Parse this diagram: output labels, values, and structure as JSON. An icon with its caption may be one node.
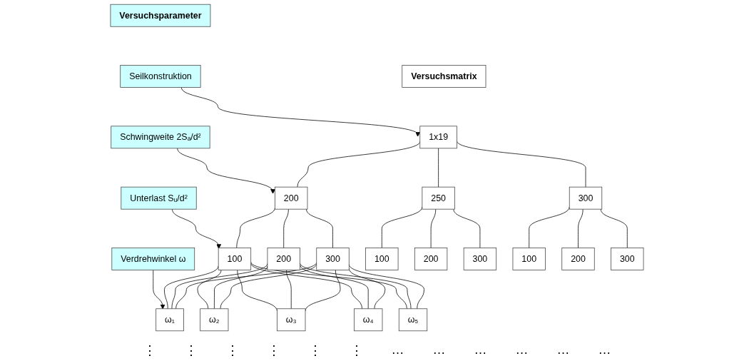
{
  "diagram": {
    "nodes": [
      {
        "text": [
          "Versuchsparameter"
        ]
      },
      {
        "text": [
          "Versuchsmatrix"
        ]
      },
      {
        "text": [
          "Seilkonstruktion"
        ]
      },
      {
        "text": [
          "Schwingweite 2Sₐ/d²"
        ]
      },
      {
        "text": [
          "Unterlast Sᵤ/d²"
        ]
      },
      {
        "text": [
          "Verdrehwinkel ω"
        ]
      },
      {
        "text": [
          "1x19"
        ]
      },
      {
        "text": [
          "200"
        ]
      },
      {
        "text": [
          "250"
        ]
      },
      {
        "text": [
          "300"
        ]
      },
      {
        "text": [
          "100"
        ]
      },
      {
        "text": [
          "200"
        ]
      },
      {
        "text": [
          "300"
        ]
      },
      {
        "text": [
          "100"
        ]
      },
      {
        "text": [
          "200"
        ]
      },
      {
        "text": [
          "300"
        ]
      },
      {
        "text": [
          "100"
        ]
      },
      {
        "text": [
          "200"
        ]
      },
      {
        "text": [
          "300"
        ]
      },
      {
        "text": [
          "ω₁"
        ]
      },
      {
        "text": [
          "ω₂"
        ]
      },
      {
        "text": [
          "ω₃"
        ]
      },
      {
        "text": [
          "ω₄"
        ]
      },
      {
        "text": [
          "ω₅"
        ]
      }
    ],
    "edges": [
      {
        "from": 2,
        "to": 6,
        "arrow": "to"
      },
      {
        "from": 3,
        "to": 7,
        "arrow": "to"
      },
      {
        "from": 4,
        "to": 10,
        "arrow": "to"
      },
      {
        "from": 5,
        "to": 19,
        "arrow": "to"
      },
      {
        "from": 6,
        "to": 7,
        "arrow": "none"
      },
      {
        "from": 6,
        "to": 8,
        "arrow": "none"
      },
      {
        "from": 6,
        "to": 9,
        "arrow": "none"
      },
      {
        "from": 7,
        "to": 10,
        "arrow": "none"
      },
      {
        "from": 7,
        "to": 11,
        "arrow": "none"
      },
      {
        "from": 7,
        "to": 12,
        "arrow": "none"
      },
      {
        "from": 8,
        "to": 13,
        "arrow": "none"
      },
      {
        "from": 8,
        "to": 14,
        "arrow": "none"
      },
      {
        "from": 8,
        "to": 15,
        "arrow": "none"
      },
      {
        "from": 9,
        "to": 16,
        "arrow": "none"
      },
      {
        "from": 9,
        "to": 17,
        "arrow": "none"
      },
      {
        "from": 9,
        "to": 18,
        "arrow": "none"
      },
      {
        "from": 10,
        "to": 19,
        "arrow": "none"
      },
      {
        "from": 10,
        "to": 20,
        "arrow": "none"
      },
      {
        "from": 10,
        "to": 21,
        "arrow": "none"
      },
      {
        "from": 10,
        "to": 22,
        "arrow": "none"
      },
      {
        "from": 10,
        "to": 23,
        "arrow": "none"
      },
      {
        "from": 11,
        "to": 19,
        "arrow": "none"
      },
      {
        "from": 11,
        "to": 20,
        "arrow": "none"
      },
      {
        "from": 11,
        "to": 21,
        "arrow": "none"
      },
      {
        "from": 11,
        "to": 22,
        "arrow": "none"
      },
      {
        "from": 11,
        "to": 23,
        "arrow": "none"
      },
      {
        "from": 12,
        "to": 19,
        "arrow": "none"
      },
      {
        "from": 12,
        "to": 20,
        "arrow": "none"
      },
      {
        "from": 12,
        "to": 21,
        "arrow": "none"
      },
      {
        "from": 12,
        "to": 22,
        "arrow": "none"
      },
      {
        "from": 12,
        "to": 23,
        "arrow": "none"
      }
    ],
    "labels": [
      "⋮",
      "⋮",
      "⋮",
      "⋮",
      "⋮",
      "⋮",
      "…",
      "…",
      "…",
      "…",
      "…",
      "…"
    ]
  }
}
